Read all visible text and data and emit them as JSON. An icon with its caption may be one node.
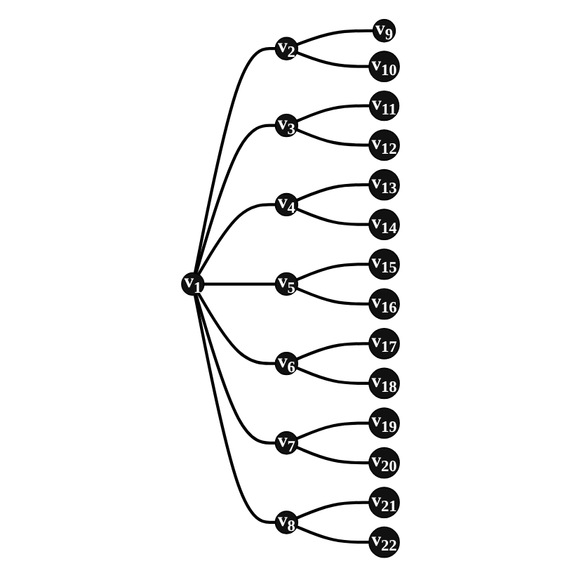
{
  "diagram": {
    "nodes": [
      {
        "text": [
          "v$_{1}$"
        ]
      },
      {
        "text": [
          "v$_{2}$"
        ]
      },
      {
        "text": [
          "v$_{3}$"
        ]
      },
      {
        "text": [
          "v$_{4}$"
        ]
      },
      {
        "text": [
          "v$_{5}$"
        ]
      },
      {
        "text": [
          "v$_{6}$"
        ]
      },
      {
        "text": [
          "v$_{7}$"
        ]
      },
      {
        "text": [
          "v$_{8}$"
        ]
      },
      {
        "text": [
          "v$_{9}$"
        ]
      },
      {
        "text": [
          "v$_{10}$"
        ]
      },
      {
        "text": [
          "v$_{11}$"
        ]
      },
      {
        "text": [
          "v$_{12}$"
        ]
      },
      {
        "text": [
          "v$_{13}$"
        ]
      },
      {
        "text": [
          "v$_{14}$"
        ]
      },
      {
        "text": [
          "v$_{15}$"
        ]
      },
      {
        "text": [
          "v$_{16}$"
        ]
      },
      {
        "text": [
          "v$_{17}$"
        ]
      },
      {
        "text": [
          "v$_{18}$"
        ]
      },
      {
        "text": [
          "v$_{19}$"
        ]
      },
      {
        "text": [
          "v$_{20}$"
        ]
      },
      {
        "text": [
          "v$_{21}$"
        ]
      },
      {
        "text": [
          "v$_{22}$"
        ]
      }
    ],
    "edges": [
      {
        "from": 0,
        "to": 1,
        "arrow": "none"
      },
      {
        "from": 0,
        "to": 2,
        "arrow": "none"
      },
      {
        "from": 0,
        "to": 3,
        "arrow": "none"
      },
      {
        "from": 0,
        "to": 4,
        "arrow": "none"
      },
      {
        "from": 0,
        "to": 5,
        "arrow": "none"
      },
      {
        "from": 0,
        "to": 6,
        "arrow": "none"
      },
      {
        "from": 0,
        "to": 7,
        "arrow": "none"
      },
      {
        "from": 1,
        "to": 8,
        "arrow": "none"
      },
      {
        "from": 1,
        "to": 9,
        "arrow": "none"
      },
      {
        "from": 2,
        "to": 10,
        "arrow": "none"
      },
      {
        "from": 2,
        "to": 11,
        "arrow": "none"
      },
      {
        "from": 3,
        "to": 12,
        "arrow": "none"
      },
      {
        "from": 3,
        "to": 13,
        "arrow": "none"
      },
      {
        "from": 4,
        "to": 14,
        "arrow": "none"
      },
      {
        "from": 4,
        "to": 15,
        "arrow": "none"
      },
      {
        "from": 5,
        "to": 16,
        "arrow": "none"
      },
      {
        "from": 5,
        "to": 17,
        "arrow": "none"
      },
      {
        "from": 6,
        "to": 18,
        "arrow": "none"
      },
      {
        "from": 6,
        "to": 19,
        "arrow": "none"
      },
      {
        "from": 7,
        "to": 20,
        "arrow": "none"
      },
      {
        "from": 7,
        "to": 21,
        "arrow": "none"
      }
    ]
  }
}
